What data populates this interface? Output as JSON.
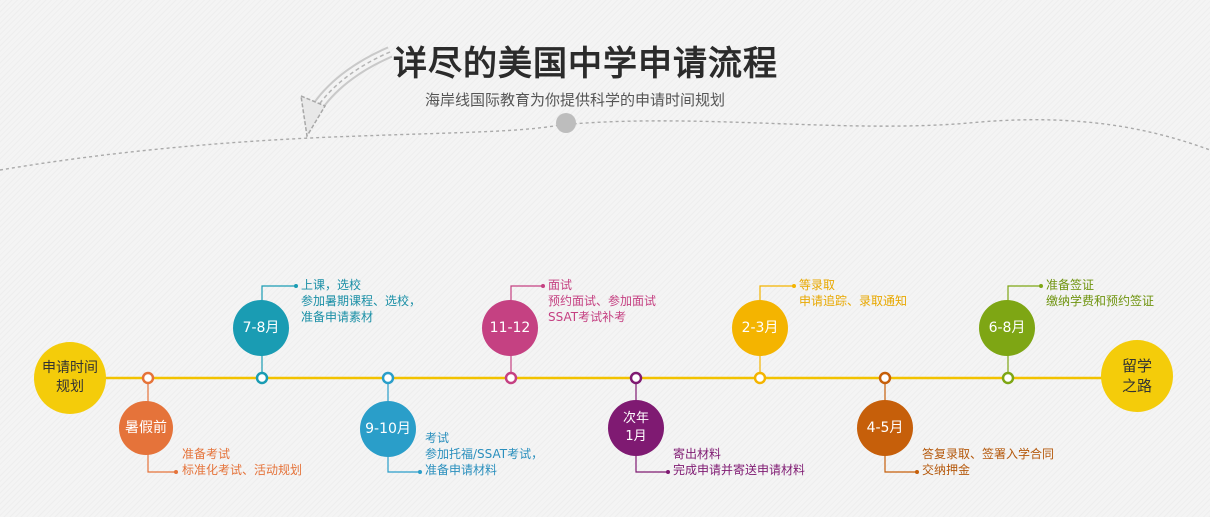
{
  "header": {
    "title": "详尽的美国中学申请流程",
    "subtitle": "海岸线国际教育为你提供科学的申请时间规划"
  },
  "colors": {
    "timeline": "#f2c200",
    "start": "#f4cc0a",
    "summer": "#e5733a",
    "july_aug": "#1a9cb3",
    "sep_oct": "#2a9ec9",
    "nov_dec": "#c54182",
    "jan": "#7f1a72",
    "feb_mar": "#f4b400",
    "apr_may": "#c65f0a",
    "jun_aug": "#7ea614",
    "end": "#f4cc0a"
  },
  "timeline": {
    "start_lines": [
      "申请时间",
      "规划"
    ],
    "end_lines": [
      "留学",
      "之路"
    ],
    "stages": [
      {
        "id": "summer",
        "label_lines": [
          "暑假前"
        ],
        "notes": [
          "准备考试",
          "标准化考试、活动规划"
        ]
      },
      {
        "id": "july_aug",
        "label_lines": [
          "7-8月"
        ],
        "notes": [
          "上课，选校",
          "参加暑期课程、选校，",
          "准备申请素材"
        ]
      },
      {
        "id": "sep_oct",
        "label_lines": [
          "9-10月"
        ],
        "notes": [
          "考试",
          "参加托福/SSAT考试，",
          "准备申请材料"
        ]
      },
      {
        "id": "nov_dec",
        "label_lines": [
          "11-12"
        ],
        "notes": [
          "面试",
          "预约面试、参加面试",
          "SSAT考试补考"
        ]
      },
      {
        "id": "jan",
        "label_lines": [
          "次年",
          "1月"
        ],
        "notes": [
          "寄出材料",
          "完成申请并寄送申请材料"
        ]
      },
      {
        "id": "feb_mar",
        "label_lines": [
          "2-3月"
        ],
        "notes": [
          "等录取",
          "申请追踪、录取通知"
        ]
      },
      {
        "id": "apr_may",
        "label_lines": [
          "4-5月"
        ],
        "notes": [
          "答复录取、签署入学合同",
          "交纳押金"
        ]
      },
      {
        "id": "jun_aug",
        "label_lines": [
          "6-8月"
        ],
        "notes": [
          "准备签证",
          "缴纳学费和预约签证"
        ]
      }
    ]
  }
}
